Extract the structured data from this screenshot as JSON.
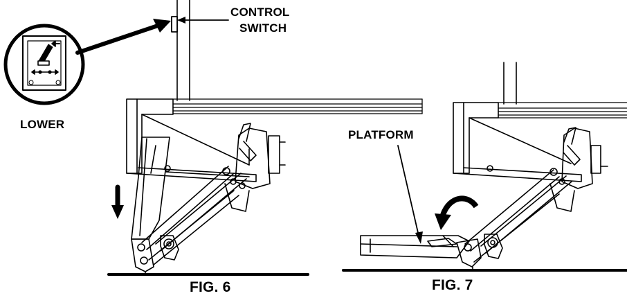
{
  "figures": [
    {
      "caption": "FIG. 6",
      "labels": {
        "control_switch_line1": "CONTROL",
        "control_switch_line2": "SWITCH",
        "lower": "LOWER"
      }
    },
    {
      "caption": "FIG. 7",
      "labels": {
        "platform": "PLATFORM"
      }
    }
  ],
  "colors": {
    "ink": "#000000",
    "paper": "#ffffff"
  }
}
